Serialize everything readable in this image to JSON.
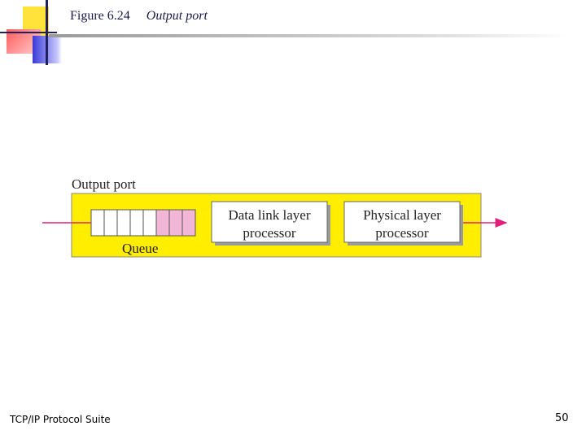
{
  "slide": {
    "figure_number": "Figure 6.24",
    "caption": "Output port",
    "footer_left": "TCP/IP Protocol Suite",
    "page_number": "50"
  },
  "diagram": {
    "outer_label": "Output port",
    "queue_label": "Queue",
    "processor1_line1": "Data link layer",
    "processor1_line2": "processor",
    "processor2_line1": "Physical layer",
    "processor2_line2": "processor",
    "queue_cells_empty": 5,
    "queue_cells_filled": 3,
    "colors": {
      "port_fill": "#ffee00",
      "queue_filled": "#f4b6d6",
      "arrow": "#e0207a",
      "processor_fill": "#ffffff",
      "processor_shadow": "#9a9a9a"
    }
  }
}
